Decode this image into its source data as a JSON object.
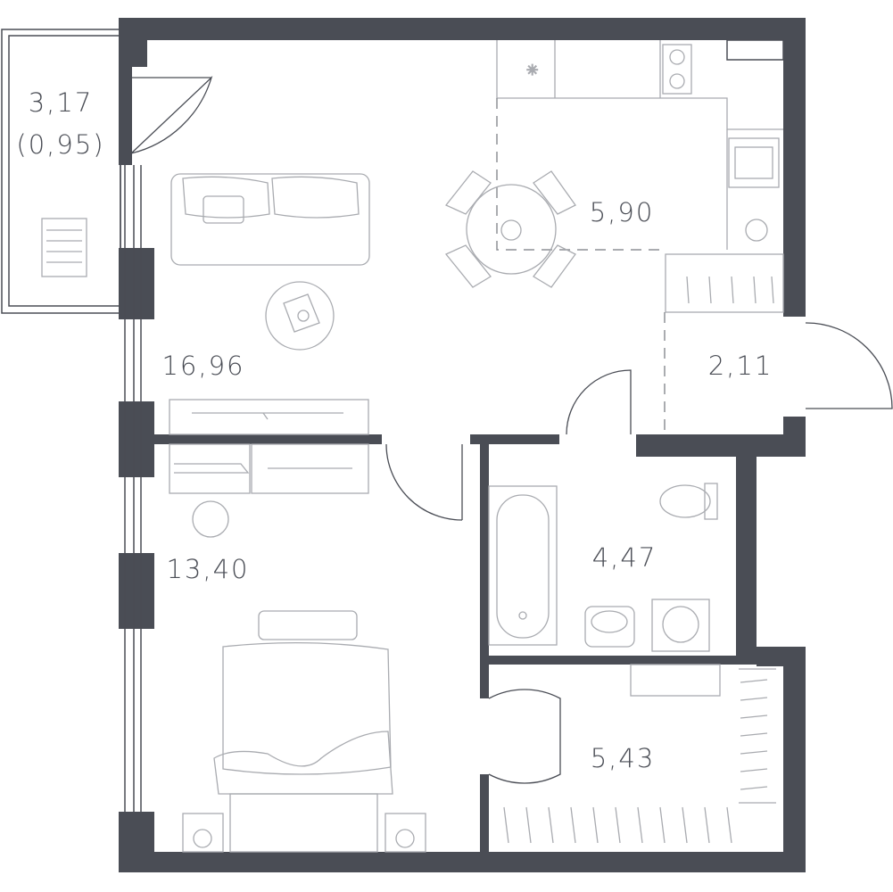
{
  "rooms": [
    {
      "name": "balcony",
      "area": "3,17",
      "area_secondary": "(0,95)"
    },
    {
      "name": "living-room",
      "area": "16,96"
    },
    {
      "name": "kitchen",
      "area": "5,90"
    },
    {
      "name": "hallway",
      "area": "2,11"
    },
    {
      "name": "bedroom",
      "area": "13,40"
    },
    {
      "name": "bathroom",
      "area": "4,47"
    },
    {
      "name": "wardrobe",
      "area": "5,43"
    }
  ],
  "colors": {
    "wall": "#4a4d55",
    "furniture": "#a9abb0",
    "background": "#ffffff"
  }
}
